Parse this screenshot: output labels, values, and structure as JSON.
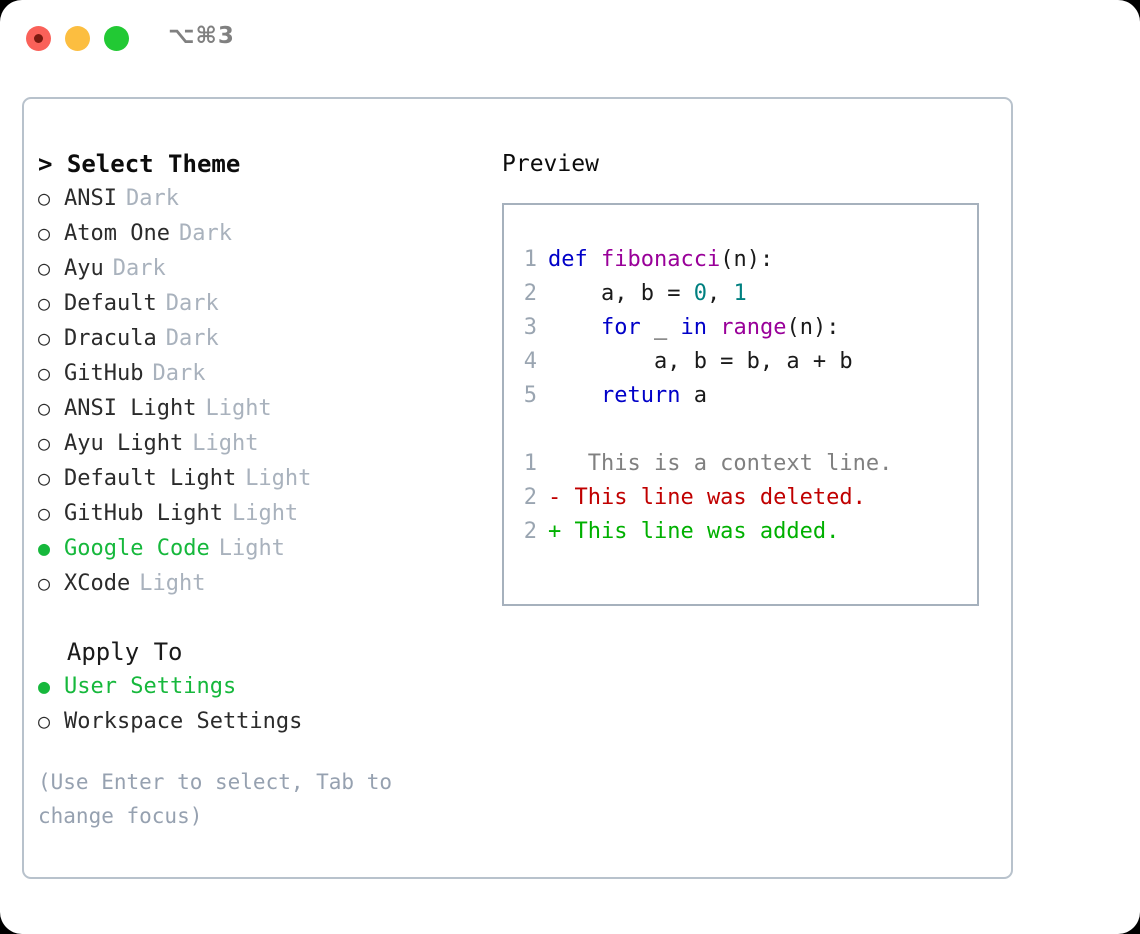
{
  "titlebar": {
    "shortcut": "⌥⌘3",
    "lights": [
      {
        "name": "close",
        "color": "#fa6159"
      },
      {
        "name": "minimize",
        "color": "#fcbe40"
      },
      {
        "name": "maximize",
        "color": "#22c934"
      }
    ]
  },
  "theme_picker": {
    "heading": "> Select Theme",
    "marker_unselected": "○",
    "marker_selected": "●",
    "selected_color": "#16b83c",
    "options": [
      {
        "marker": "○",
        "label": "ANSI",
        "tag": "Dark",
        "selected": false
      },
      {
        "marker": "○",
        "label": "Atom One",
        "tag": "Dark",
        "selected": false
      },
      {
        "marker": "○",
        "label": "Ayu",
        "tag": "Dark",
        "selected": false
      },
      {
        "marker": "○",
        "label": "Default",
        "tag": "Dark",
        "selected": false
      },
      {
        "marker": "○",
        "label": "Dracula",
        "tag": "Dark",
        "selected": false
      },
      {
        "marker": "○",
        "label": "GitHub",
        "tag": "Dark",
        "selected": false
      },
      {
        "marker": "○",
        "label": "ANSI Light",
        "tag": "Light",
        "selected": false
      },
      {
        "marker": "○",
        "label": "Ayu Light",
        "tag": "Light",
        "selected": false
      },
      {
        "marker": "○",
        "label": "Default Light",
        "tag": "Light",
        "selected": false
      },
      {
        "marker": "○",
        "label": "GitHub Light",
        "tag": "Light",
        "selected": false
      },
      {
        "marker": "●",
        "label": "Google Code",
        "tag": "Light",
        "selected": true
      },
      {
        "marker": "○",
        "label": "XCode",
        "tag": "Light",
        "selected": false
      }
    ]
  },
  "apply_to": {
    "heading": "  Apply To",
    "options": [
      {
        "marker": "●",
        "label": "User Settings",
        "selected": true
      },
      {
        "marker": "○",
        "label": "Workspace Settings",
        "selected": false
      }
    ]
  },
  "hint": "(Use Enter to select, Tab to change focus)",
  "preview": {
    "title": "Preview",
    "code_lines": [
      {
        "number": "1",
        "tokens": [
          {
            "text": "def ",
            "type": "kw"
          },
          {
            "text": "fibonacci",
            "type": "fn"
          },
          {
            "text": "(n):",
            "type": "punc"
          }
        ]
      },
      {
        "number": "2",
        "tokens": [
          {
            "text": "    a, b = ",
            "type": "punc"
          },
          {
            "text": "0",
            "type": "num"
          },
          {
            "text": ", ",
            "type": "punc"
          },
          {
            "text": "1",
            "type": "num"
          }
        ]
      },
      {
        "number": "3",
        "tokens": [
          {
            "text": "    ",
            "type": "punc"
          },
          {
            "text": "for",
            "type": "kw"
          },
          {
            "text": " _ ",
            "type": "punc"
          },
          {
            "text": "in",
            "type": "kw"
          },
          {
            "text": " ",
            "type": "punc"
          },
          {
            "text": "range",
            "type": "fn"
          },
          {
            "text": "(n):",
            "type": "punc"
          }
        ]
      },
      {
        "number": "4",
        "tokens": [
          {
            "text": "        a, b = b, a + b",
            "type": "punc"
          }
        ]
      },
      {
        "number": "5",
        "tokens": [
          {
            "text": "    ",
            "type": "punc"
          },
          {
            "text": "return",
            "type": "kw"
          },
          {
            "text": " a",
            "type": "punc"
          }
        ]
      }
    ],
    "diff_lines": [
      {
        "number": "1",
        "sign": " ",
        "text": "  This is a context line.",
        "type": "ctx"
      },
      {
        "number": "2",
        "sign": "-",
        "text": " This line was deleted.",
        "type": "del"
      },
      {
        "number": "2",
        "sign": "+",
        "text": " This line was added.",
        "type": "add"
      }
    ]
  }
}
